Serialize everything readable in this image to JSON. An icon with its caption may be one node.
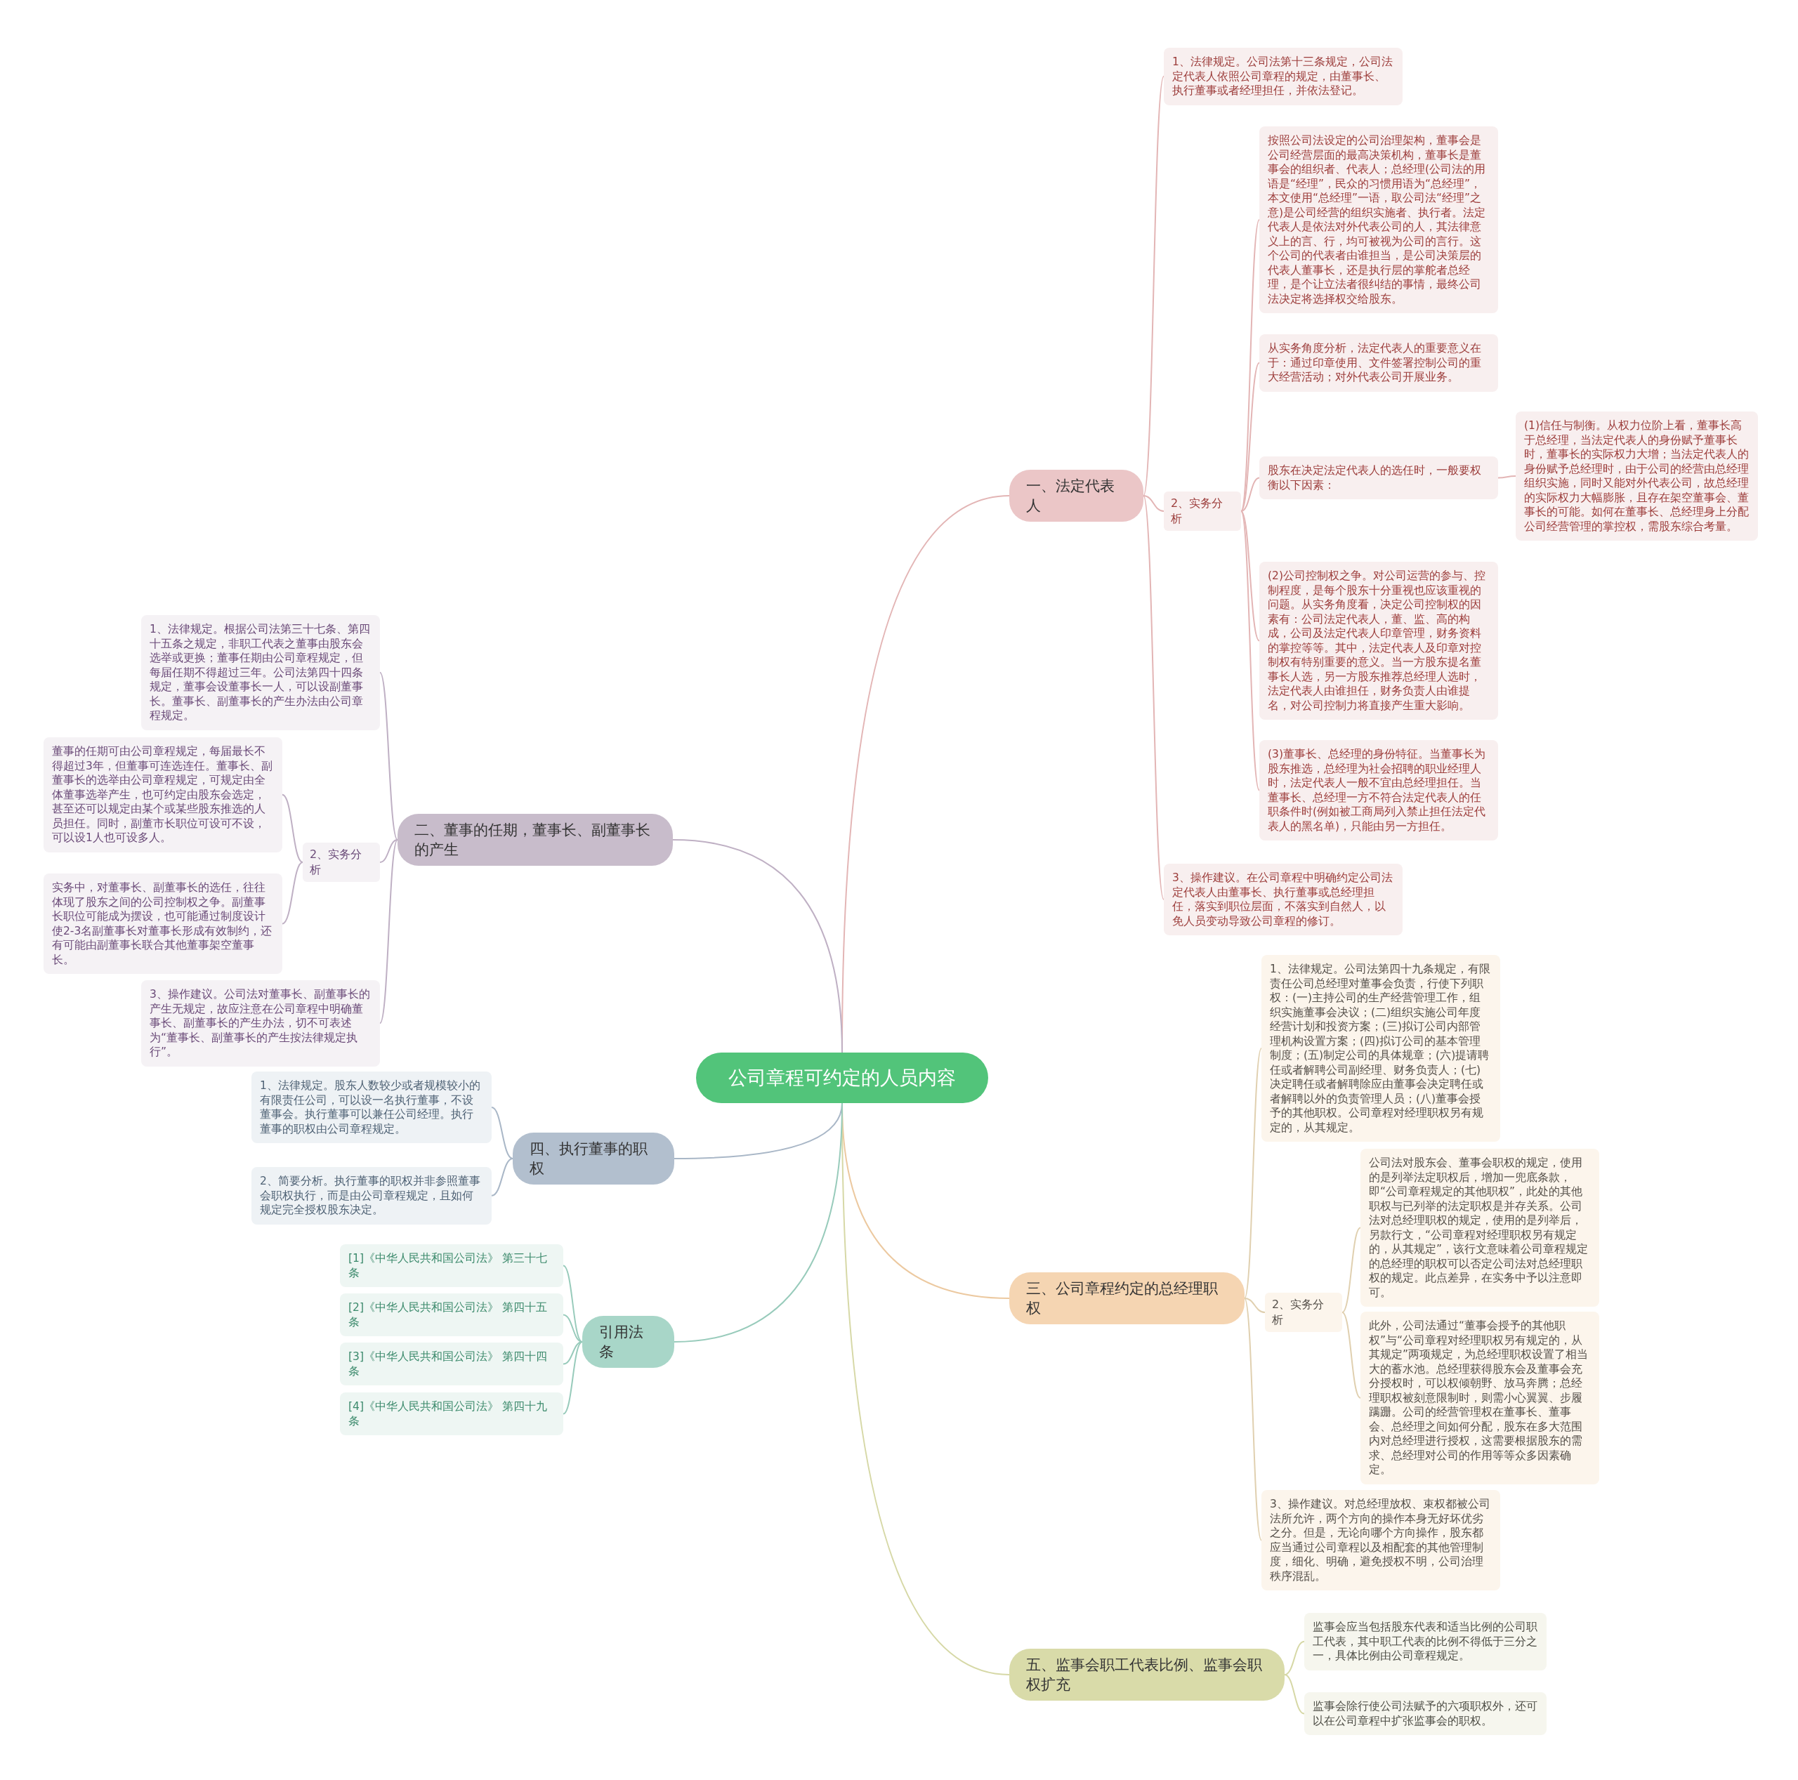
{
  "diagram": {
    "nodes": [
      {
        "text": [
          "公司章程可约定的人员内容"
        ]
      },
      {
        "text": [
          "一、法定代表人"
        ]
      },
      {
        "text": [
          "1、法律规定。公司法第十三条规定，公司法定代表人依照公司章程的规定，由董事长、执行董事或者经理担任，并依法登记。"
        ]
      },
      {
        "text": [
          "2、实务分析"
        ]
      },
      {
        "text": [
          "按照公司法设定的公司治理架构，董事会是公司经营层面的最高决策机构，董事长是董事会的组织者、代表人；总经理(公司法的用语是“经理”，民众的习惯用语为“总经理”，本文使用“总经理”一语，取公司法“经理”之意)是公司经营的组织实施者、执行者。法定代表人是依法对外代表公司的人，其法律意义上的言、行，均可被视为公司的言行。这个公司的代表者由谁担当，是公司决策层的代表人董事长，还是执行层的掌舵者总经理，是个让立法者很纠结的事情，最终公司法决定将选择权交给股东。"
        ]
      },
      {
        "text": [
          "从实务角度分析，法定代表人的重要意义在于：通过印章使用、文件签署控制公司的重大经营活动；对外代表公司开展业务。"
        ]
      },
      {
        "text": [
          "股东在决定法定代表人的选任时，一般要权衡以下因素："
        ]
      },
      {
        "text": [
          "(1)信任与制衡。从权力位阶上看，董事长高于总经理，当法定代表人的身份赋予董事长时，董事长的实际权力大增；当法定代表人的身份赋予总经理时，由于公司的经营由总经理组织实施，同时又能对外代表公司，故总经理的实际权力大幅膨胀，且存在架空董事会、董事长的可能。如何在董事长、总经理身上分配公司经营管理的掌控权，需股东综合考量。"
        ]
      },
      {
        "text": [
          "(2)公司控制权之争。对公司运营的参与、控制程度，是每个股东十分重视也应该重视的问题。从实务角度看，决定公司控制权的因素有：公司法定代表人，董、监、高的构成，公司及法定代表人印章管理，财务资料的掌控等等。其中，法定代表人及印章对控制权有特别重要的意义。当一方股东提名董事长人选，另一方股东推荐总经理人选时，法定代表人由谁担任，财务负责人由谁提名，对公司控制力将直接产生重大影响。"
        ]
      },
      {
        "text": [
          "(3)董事长、总经理的身份特征。当董事长为股东推选，总经理为社会招聘的职业经理人时，法定代表人一般不宜由总经理担任。当董事长、总经理一方不符合法定代表人的任职条件时(例如被工商局列入禁止担任法定代表人的黑名单)，只能由另一方担任。"
        ]
      },
      {
        "text": [
          "3、操作建议。在公司章程中明确约定公司法定代表人由董事长、执行董事或总经理担任，落实到职位层面，不落实到自然人，以免人员变动导致公司章程的修订。"
        ]
      },
      {
        "text": [
          "二、董事的任期，董事长、副董事长的产生"
        ]
      },
      {
        "text": [
          "1、法律规定。根据公司法第三十七条、第四十五条之规定，非职工代表之董事由股东会选举或更换；董事任期由公司章程规定，但每届任期不得超过三年。公司法第四十四条规定，董事会设董事长一人，可以设副董事长。董事长、副董事长的产生办法由公司章程规定。"
        ]
      },
      {
        "text": [
          "2、实务分析"
        ]
      },
      {
        "text": [
          "董事的任期可由公司章程规定，每届最长不得超过3年，但董事可连选连任。董事长、副董事长的选举由公司章程规定，可规定由全体董事选举产生，也可约定由股东会选定，甚至还可以规定由某个或某些股东推选的人员担任。同时，副董市长职位可设可不设，可以设1人也可设多人。"
        ]
      },
      {
        "text": [
          "实务中，对董事长、副董事长的选任，往往体现了股东之间的公司控制权之争。副董事长职位可能成为摆设，也可能通过制度设计使2-3名副董事长对董事长形成有效制约，还有可能由副董事长联合其他董事架空董事长。"
        ]
      },
      {
        "text": [
          "3、操作建议。公司法对董事长、副董事长的产生无规定，故应注意在公司章程中明确董事长、副董事长的产生办法，切不可表述为“董事长、副董事长的产生按法律规定执行”。"
        ]
      },
      {
        "text": [
          "三、公司章程约定的总经理职权"
        ]
      },
      {
        "text": [
          "1、法律规定。公司法第四十九条规定，有限责任公司总经理对董事会负责，行使下列职权：(一)主持公司的生产经营管理工作，组织实施董事会决议；(二)组织实施公司年度经营计划和投资方案；(三)拟订公司内部管理机构设置方案；(四)拟订公司的基本管理制度；(五)制定公司的具体规章；(六)提请聘任或者解聘公司副经理、财务负责人；(七)决定聘任或者解聘除应由董事会决定聘任或者解聘以外的负责管理人员；(八)董事会授予的其他职权。公司章程对经理职权另有规定的，从其规定。"
        ]
      },
      {
        "text": [
          "2、实务分析"
        ]
      },
      {
        "text": [
          "公司法对股东会、董事会职权的规定，使用的是列举法定职权后，增加一兜底条款，即“公司章程规定的其他职权”，此处的其他职权与已列举的法定职权是并存关系。公司法对总经理职权的规定，使用的是列举后，另款行文，“公司章程对经理职权另有规定的，从其规定”，该行文意味着公司章程规定的总经理的职权可以否定公司法对总经理职权的规定。此点差异，在实务中予以注意即可。"
        ]
      },
      {
        "text": [
          "此外，公司法通过“董事会授予的其他职权”与“公司章程对经理职权另有规定的，从其规定”两项规定，为总经理职权设置了相当大的蓄水池。总经理获得股东会及董事会充分授权时，可以权倾朝野、放马奔腾；总经理职权被刻意限制时，则需小心翼翼、步履蹒跚。公司的经营管理权在董事长、董事会、总经理之间如何分配，股东在多大范围内对总经理进行授权，这需要根据股东的需求、总经理对公司的作用等等众多因素确定。"
        ]
      },
      {
        "text": [
          "3、操作建议。对总经理放权、束权都被公司法所允许，两个方向的操作本身无好坏优劣之分。但是，无论向哪个方向操作，股东都应当通过公司章程以及相配套的其他管理制度，细化、明确，避免授权不明，公司治理秩序混乱。"
        ]
      },
      {
        "text": [
          "五、监事会职工代表比例、监事会职权扩充"
        ]
      },
      {
        "text": [
          "监事会应当包括股东代表和适当比例的公司职工代表，其中职工代表的比例不得低于三分之一，具体比例由公司章程规定。"
        ]
      },
      {
        "text": [
          "监事会除行使公司法赋予的六项职权外，还可以在公司章程中扩张监事会的职权。"
        ]
      },
      {
        "text": [
          "四、执行董事的职权"
        ]
      },
      {
        "text": [
          "1、法律规定。股东人数较少或者规模较小的有限责任公司，可以设一名执行董事，不设董事会。执行董事可以兼任公司经理。执行董事的职权由公司章程规定。"
        ]
      },
      {
        "text": [
          "2、简要分析。执行董事的职权并非参照董事会职权执行，而是由公司章程规定，且如何规定完全授权股东决定。"
        ]
      },
      {
        "text": [
          "引用法条"
        ]
      },
      {
        "text": [
          "[1]《中华人民共和国公司法》 第三十七条"
        ]
      },
      {
        "text": [
          "[2]《中华人民共和国公司法》 第四十五条"
        ]
      },
      {
        "text": [
          "[3]《中华人民共和国公司法》 第四十四条"
        ]
      },
      {
        "text": [
          "[4]《中华人民共和国公司法》 第四十九条"
        ]
      }
    ],
    "edges": [
      {
        "from": 0,
        "to": 1,
        "arrow": "none",
        "color": "#e3b5b5"
      },
      {
        "from": 1,
        "to": 2,
        "arrow": "none",
        "color": "#e3b5b5"
      },
      {
        "from": 1,
        "to": 3,
        "arrow": "none",
        "color": "#e3b5b5"
      },
      {
        "from": 3,
        "to": 4,
        "arrow": "none",
        "color": "#e3b5b5"
      },
      {
        "from": 3,
        "to": 5,
        "arrow": "none",
        "color": "#e3b5b5"
      },
      {
        "from": 3,
        "to": 6,
        "arrow": "none",
        "color": "#e3b5b5"
      },
      {
        "from": 6,
        "to": 7,
        "arrow": "none",
        "color": "#e3b5b5"
      },
      {
        "from": 3,
        "to": 8,
        "arrow": "none",
        "color": "#e3b5b5"
      },
      {
        "from": 3,
        "to": 9,
        "arrow": "none",
        "color": "#e3b5b5"
      },
      {
        "from": 1,
        "to": 10,
        "arrow": "none",
        "color": "#e3b5b5"
      },
      {
        "from": 0,
        "to": 11,
        "arrow": "none",
        "color": "#bfb0c4"
      },
      {
        "from": 11,
        "to": 12,
        "arrow": "none",
        "color": "#bfb0c4"
      },
      {
        "from": 11,
        "to": 13,
        "arrow": "none",
        "color": "#bfb0c4"
      },
      {
        "from": 13,
        "to": 14,
        "arrow": "none",
        "color": "#bfb0c4"
      },
      {
        "from": 13,
        "to": 15,
        "arrow": "none",
        "color": "#bfb0c4"
      },
      {
        "from": 11,
        "to": 16,
        "arrow": "none",
        "color": "#bfb0c4"
      },
      {
        "from": 0,
        "to": 17,
        "arrow": "none",
        "color": "#ecc9a0"
      },
      {
        "from": 17,
        "to": 18,
        "arrow": "none",
        "color": "#e0d0b0"
      },
      {
        "from": 17,
        "to": 19,
        "arrow": "none",
        "color": "#e0d0b0"
      },
      {
        "from": 19,
        "to": 20,
        "arrow": "none",
        "color": "#e0d0b0"
      },
      {
        "from": 19,
        "to": 21,
        "arrow": "none",
        "color": "#e0d0b0"
      },
      {
        "from": 17,
        "to": 22,
        "arrow": "none",
        "color": "#e0d0b0"
      },
      {
        "from": 0,
        "to": 23,
        "arrow": "none",
        "color": "#d6d8a6"
      },
      {
        "from": 23,
        "to": 24,
        "arrow": "none",
        "color": "#d6d8a6"
      },
      {
        "from": 23,
        "to": 25,
        "arrow": "none",
        "color": "#d6d8a6"
      },
      {
        "from": 0,
        "to": 26,
        "arrow": "none",
        "color": "#a9b7c7"
      },
      {
        "from": 26,
        "to": 27,
        "arrow": "none",
        "color": "#a9b7c7"
      },
      {
        "from": 26,
        "to": 28,
        "arrow": "none",
        "color": "#a9b7c7"
      },
      {
        "from": 0,
        "to": 29,
        "arrow": "none",
        "color": "#98cbbb"
      },
      {
        "from": 29,
        "to": 30,
        "arrow": "none",
        "color": "#98cbbb"
      },
      {
        "from": 29,
        "to": 31,
        "arrow": "none",
        "color": "#98cbbb"
      },
      {
        "from": 29,
        "to": 32,
        "arrow": "none",
        "color": "#98cbbb"
      },
      {
        "from": 29,
        "to": 33,
        "arrow": "none",
        "color": "#98cbbb"
      }
    ]
  }
}
